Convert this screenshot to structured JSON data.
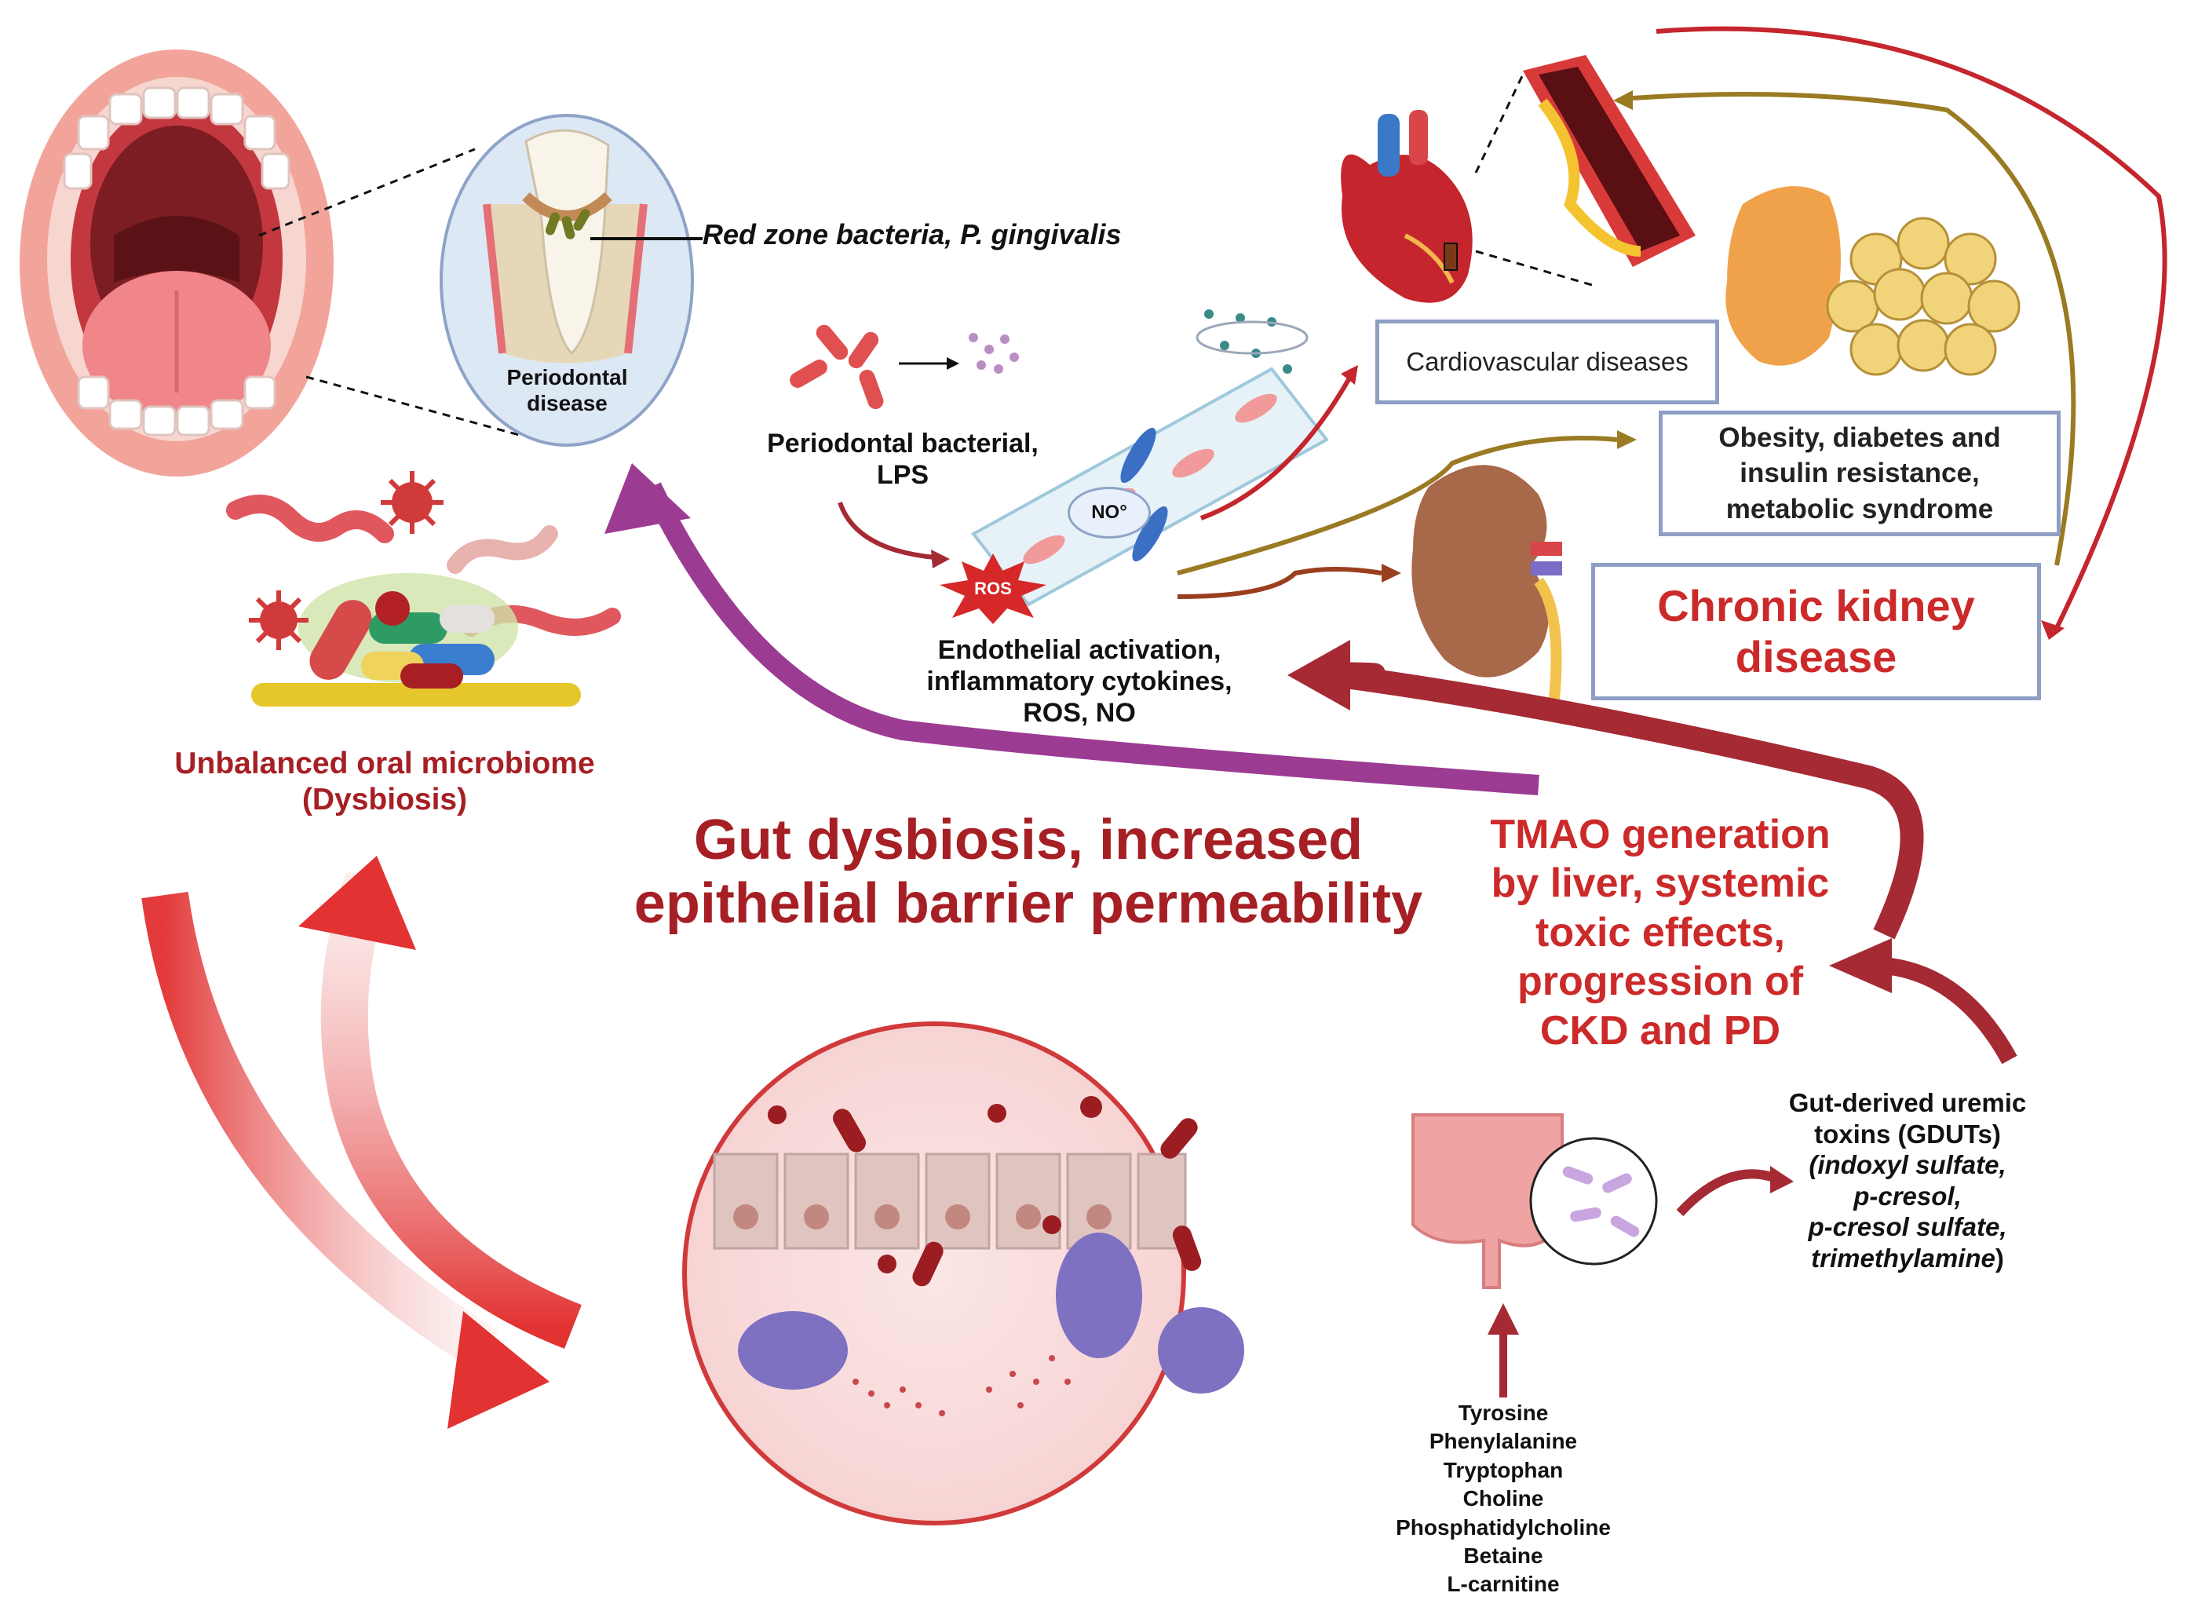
{
  "labels": {
    "red_zone": "Red zone bacteria, P. gingivalis",
    "periodontal_disease": [
      "Periodontal",
      "disease"
    ],
    "bacterial_lps": [
      "Periodontal bacterial,",
      "LPS"
    ],
    "ros_badge": "ROS",
    "no_badge": "NO°",
    "endothelial": [
      "Endothelial activation,",
      "inflammatory cytokines,",
      "ROS, NO"
    ],
    "cvd": "Cardiovascular diseases",
    "metabolic": [
      "Obesity, diabetes and",
      "insulin resistance,",
      "metabolic syndrome"
    ],
    "ckd": [
      "Chronic kidney",
      "disease"
    ],
    "oral_dysbiosis": [
      "Unbalanced oral microbiome",
      "(Dysbiosis)"
    ],
    "gut_dysbiosis": [
      "Gut dysbiosis, increased",
      "epithelial barrier permeability"
    ],
    "tmao": [
      "TMAO generation",
      "by liver, systemic",
      "toxic effects,",
      "progression of",
      "CKD and PD"
    ],
    "gduts_title": [
      "Gut-derived uremic",
      "toxins (GDUTs)"
    ],
    "gduts_items": [
      "indoxyl sulfate,",
      "p-cresol,",
      "p-cresol sulfate,",
      "trimethylamine"
    ],
    "precursors": [
      "Tyrosine",
      "Phenylalanine",
      "Tryptophan",
      "Choline",
      "Phosphatidylcholine",
      "Betaine",
      "L-carnitine"
    ]
  },
  "colors": {
    "mouth_pink": "#f2a49b",
    "red_accent": "#cc2a2a",
    "dark_red": "#a51f24",
    "purple_arrow": "#9b3c92",
    "olive_arrow": "#9a7a22",
    "box_border": "#8e9ec4"
  },
  "icons": [
    "mouth-icon",
    "tooth-icon",
    "bacteria-icon",
    "virus-icon",
    "blood-vessel-icon",
    "heart-icon",
    "artery-icon",
    "pancreas-icon",
    "fat-cells-icon",
    "kidney-icon",
    "intestine-icon",
    "microbes-icon",
    "gut-epithelium-icon"
  ]
}
